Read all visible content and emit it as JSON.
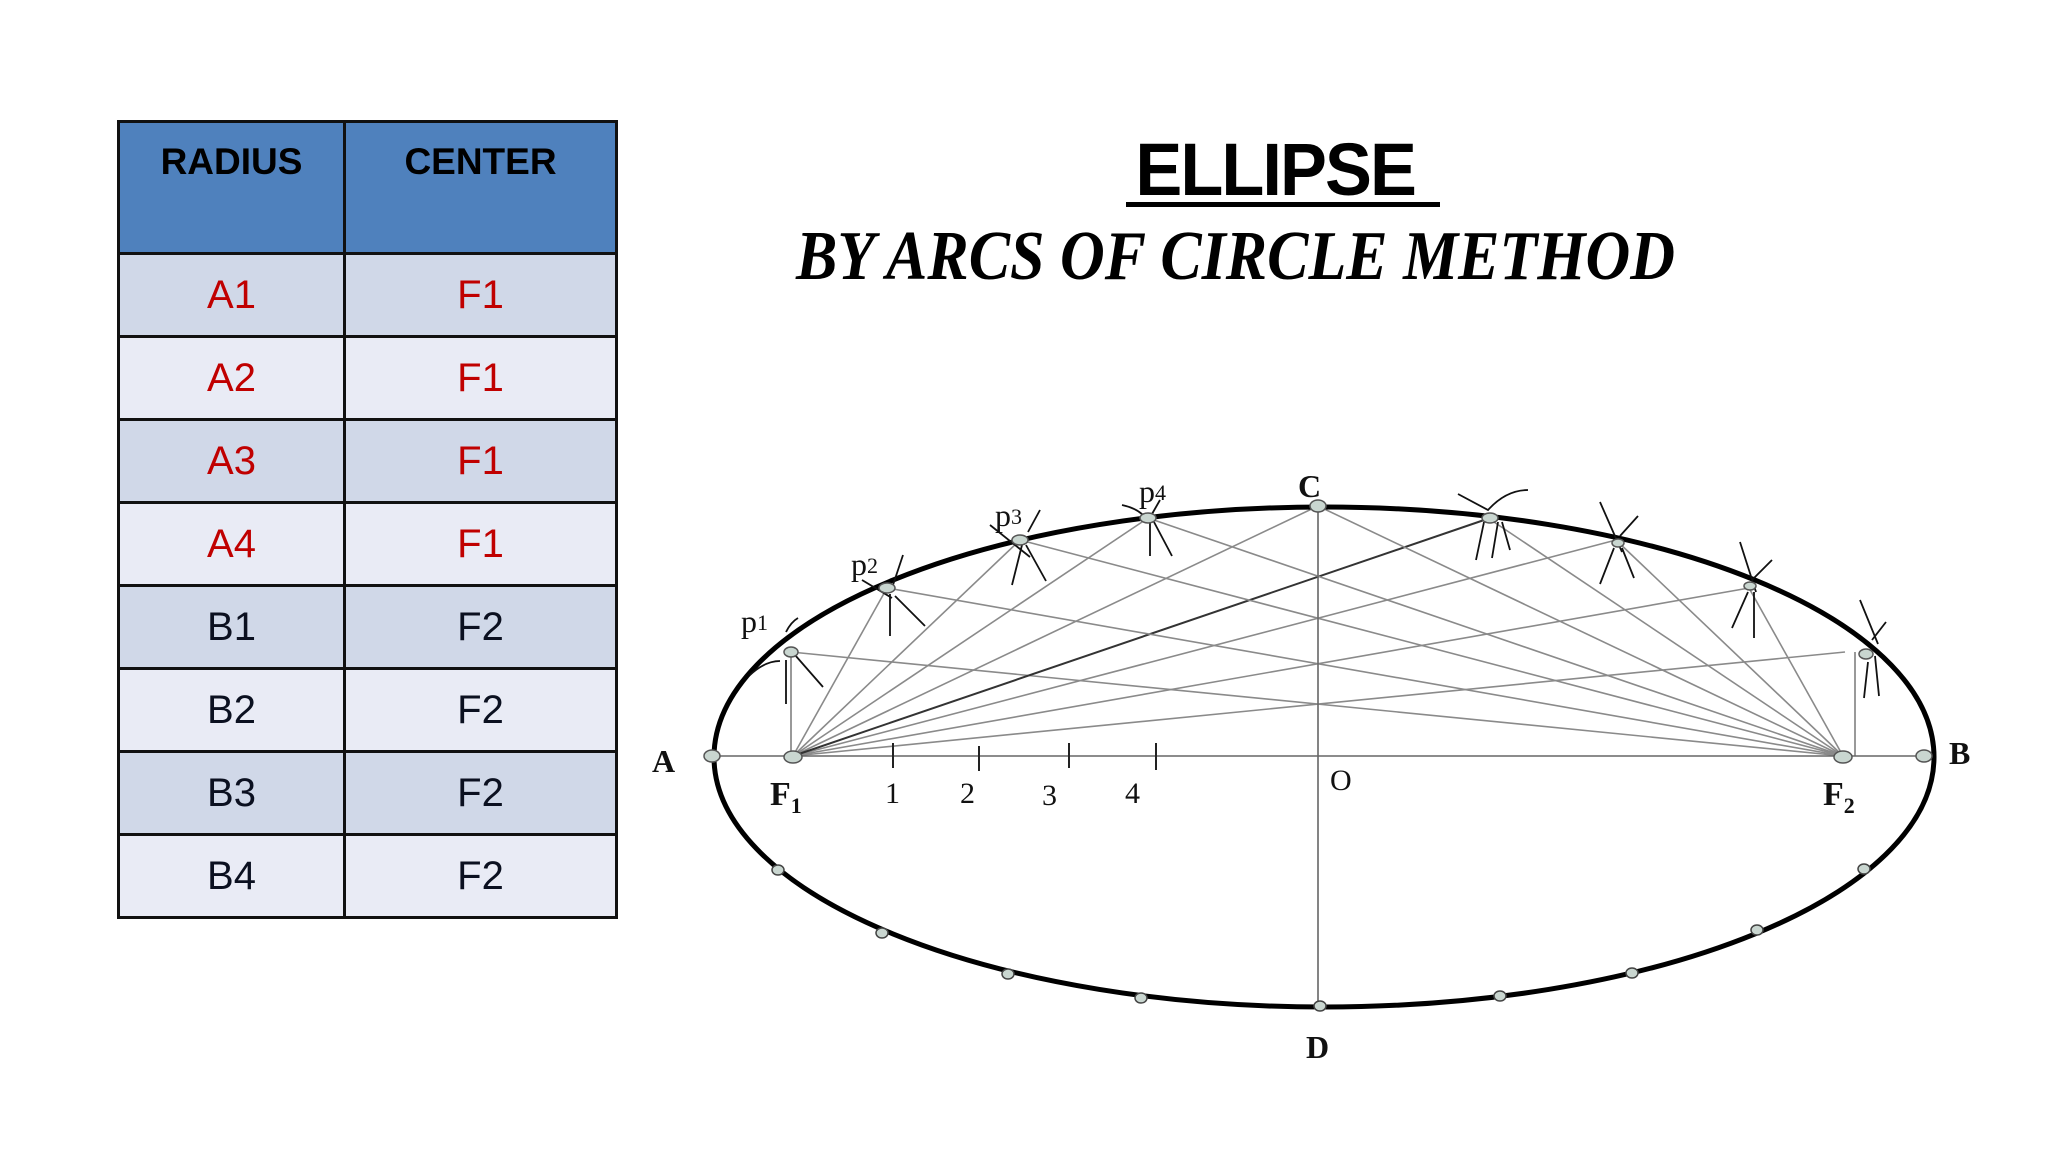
{
  "table": {
    "headers": [
      "RADIUS",
      "CENTER"
    ],
    "rows": [
      {
        "radius": "A1",
        "center": "F1"
      },
      {
        "radius": "A2",
        "center": "F1"
      },
      {
        "radius": "A3",
        "center": "F1"
      },
      {
        "radius": "A4",
        "center": "F1"
      },
      {
        "radius": "B1",
        "center": "F2"
      },
      {
        "radius": "B2",
        "center": "F2"
      },
      {
        "radius": "B3",
        "center": "F2"
      },
      {
        "radius": "B4",
        "center": "F2"
      }
    ],
    "colors": {
      "header_bg": "#4F81BD",
      "row_dark": "#D0D8E8",
      "row_light": "#E9EBF5",
      "a_text": "#C00000",
      "b_text": "#0B1020"
    }
  },
  "title": {
    "main": "ELLIPSE",
    "subtitle": "BY ARCS OF CIRCLE METHOD"
  },
  "diagram": {
    "labels": {
      "A": "A",
      "B": "B",
      "C": "C",
      "D": "D",
      "O": "O",
      "F1": "F",
      "F1_sub": "1",
      "F2": "F",
      "F2_sub": "2",
      "p1": "p",
      "p1_sub": "1",
      "p2": "p",
      "p2_sub": "2",
      "p3": "p",
      "p3_sub": "3",
      "p4": "p",
      "p4_sub": "4",
      "ticks": [
        "1",
        "2",
        "3",
        "4"
      ]
    }
  }
}
